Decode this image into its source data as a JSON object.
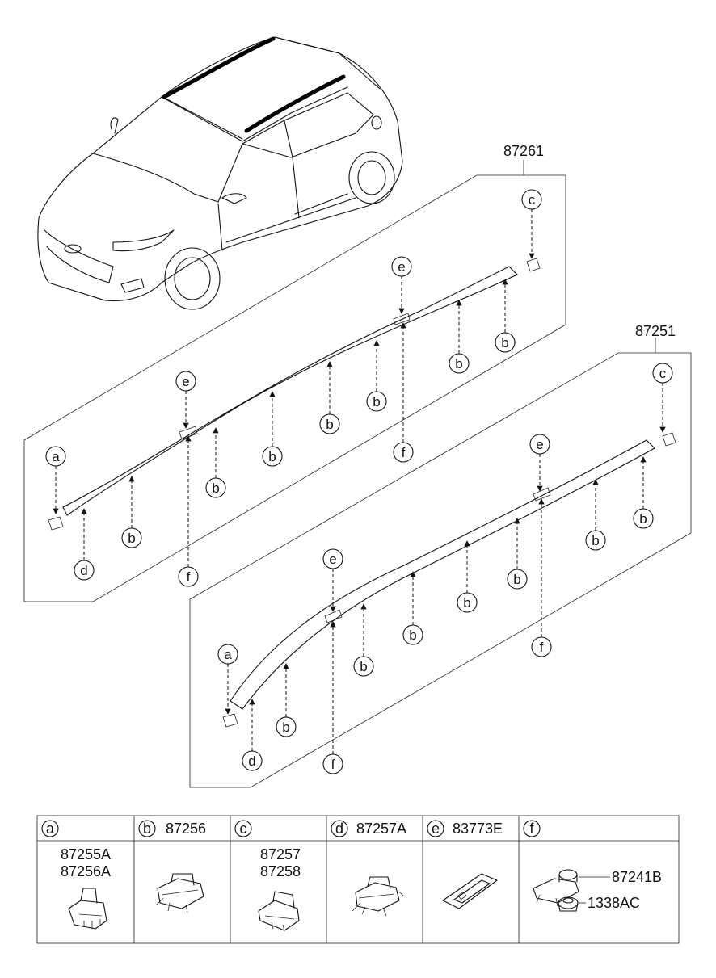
{
  "assemblies": [
    {
      "part_number": "87261"
    },
    {
      "part_number": "87251"
    }
  ],
  "callout_letters": [
    "a",
    "b",
    "c",
    "d",
    "e",
    "f"
  ],
  "legend_table": {
    "columns": [
      {
        "letter": "a",
        "header_part": "",
        "parts": [
          "87255A",
          "87256A"
        ]
      },
      {
        "letter": "b",
        "header_part": "87256",
        "parts": []
      },
      {
        "letter": "c",
        "header_part": "",
        "parts": [
          "87257",
          "87258"
        ]
      },
      {
        "letter": "d",
        "header_part": "87257A",
        "parts": []
      },
      {
        "letter": "e",
        "header_part": "83773E",
        "parts": []
      },
      {
        "letter": "f",
        "header_part": "",
        "parts": [
          "87241B",
          "1338AC"
        ]
      }
    ]
  }
}
